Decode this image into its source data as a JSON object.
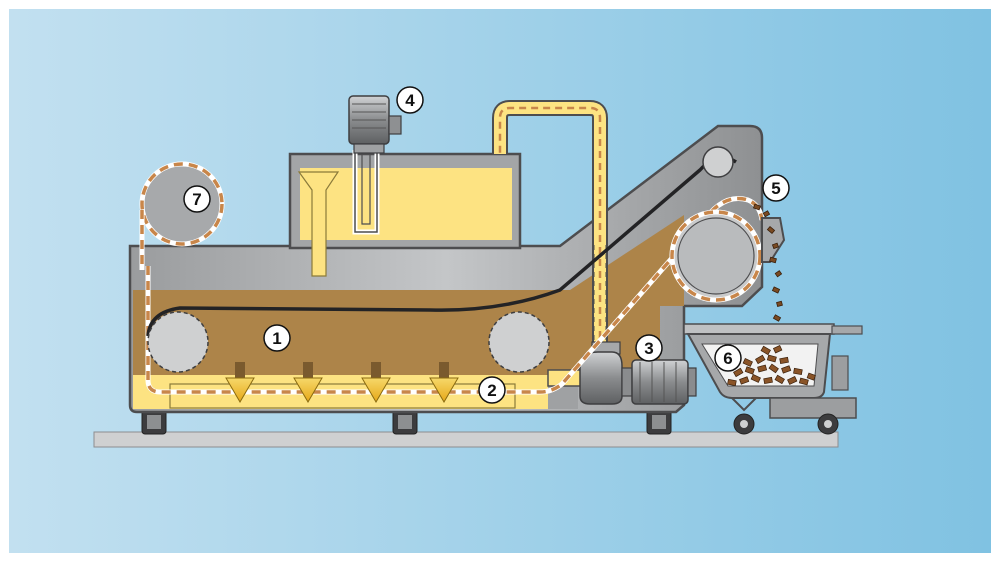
{
  "diagram": {
    "labels": [
      {
        "id": "1",
        "text": "1"
      },
      {
        "id": "2",
        "text": "2"
      },
      {
        "id": "3",
        "text": "3"
      },
      {
        "id": "4",
        "text": "4"
      },
      {
        "id": "5",
        "text": "5"
      },
      {
        "id": "6",
        "text": "6"
      },
      {
        "id": "7",
        "text": "7"
      }
    ],
    "colors": {
      "background_left": "#c2e0f0",
      "background_right": "#80c2e2",
      "machine_gray": "#a6a8aa",
      "machine_dark": "#808284",
      "oil_yellow": "#fde382",
      "sludge_brown": "#ad8449",
      "chain_dash": "#c8864a",
      "outline": "#4d4d4f",
      "flow_arrow": "#f0b820"
    }
  }
}
